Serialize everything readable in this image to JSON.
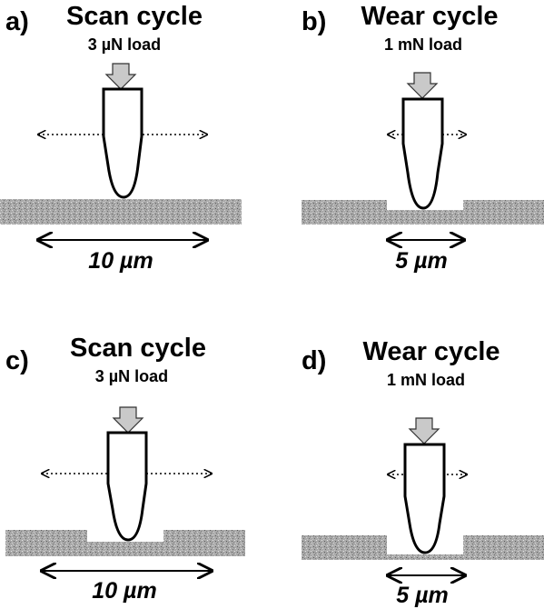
{
  "panels": [
    {
      "letter": "a)",
      "title": "Scan cycle",
      "load": "3 µN load",
      "dimension": "10 µm",
      "scan_width": "wide",
      "groove": "none"
    },
    {
      "letter": "b)",
      "title": "Wear cycle",
      "load": "1 mN load",
      "dimension": "5 µm",
      "scan_width": "narrow",
      "groove": "shallow"
    },
    {
      "letter": "c)",
      "title": "Scan cycle",
      "load": "3 µN load",
      "dimension": "10 µm",
      "scan_width": "wide",
      "groove": "shallow"
    },
    {
      "letter": "d)",
      "title": "Wear cycle",
      "load": "1 mN load",
      "dimension": "5 µm",
      "scan_width": "narrow",
      "groove": "deep"
    }
  ],
  "colors": {
    "substrate": "#a9a9a9",
    "load_arrow_fill": "#c9c9c9",
    "stroke": "#000000"
  }
}
